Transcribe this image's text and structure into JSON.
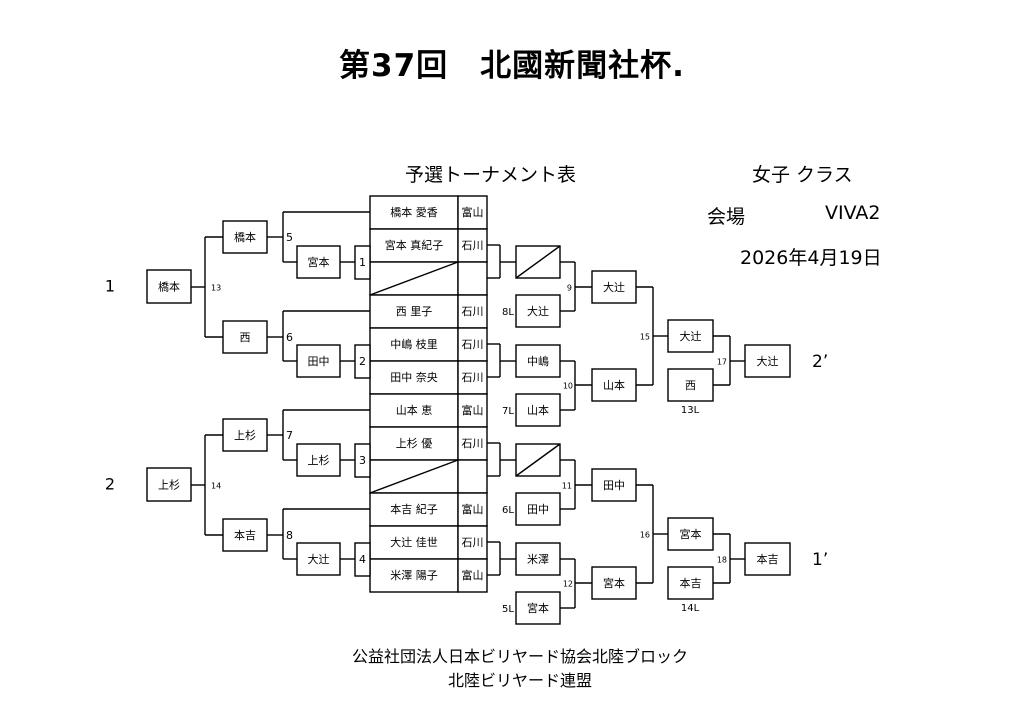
{
  "title": "第37回　北國新聞社杯.",
  "subtitle": "予選トーナメント表",
  "class_label": "女子 クラス",
  "venue_label": "会場",
  "venue": "VIVA2",
  "date": "2026年4月19日",
  "footer": [
    "公益社団法人日本ビリヤード協会北陸ブロック",
    "北陸ビリヤード連盟"
  ],
  "table_rows": [
    {
      "name": "橋本 愛香",
      "pref": "富山"
    },
    {
      "name": "宮本 真紀子",
      "pref": "石川"
    },
    {
      "name": "",
      "pref": "",
      "bye": true
    },
    {
      "name": "西 里子",
      "pref": "石川"
    },
    {
      "name": "中嶋 枝里",
      "pref": "石川"
    },
    {
      "name": "田中 奈央",
      "pref": "石川"
    },
    {
      "name": "山本 恵",
      "pref": "富山"
    },
    {
      "name": "上杉 優",
      "pref": "石川"
    },
    {
      "name": "",
      "pref": "",
      "bye": true
    },
    {
      "name": "本吉 紀子",
      "pref": "富山"
    },
    {
      "name": "大辻 佳世",
      "pref": "石川"
    },
    {
      "name": "米澤 陽子",
      "pref": "富山"
    }
  ],
  "halves": [
    {
      "seed": "1",
      "final_no": "13",
      "final_winner": "橋本",
      "upper": {
        "match": "5",
        "winner": "橋本",
        "sub_match": "1",
        "sub_winner": "宮本"
      },
      "lower": {
        "match": "6",
        "winner": "西",
        "sub_match": "2",
        "sub_winner": "田中"
      },
      "right": {
        "a_loser_label": "8L",
        "a_loser": "大辻",
        "a_match": "9",
        "a_winner": "大辻",
        "b_top": "中嶋",
        "b_loser_label": "7L",
        "b_loser": "山本",
        "b_match": "10",
        "b_winner": "山本",
        "c_match": "15",
        "c_winner": "大辻",
        "d_loser": "西",
        "d_loser_label": "13L",
        "d_match": "17",
        "d_winner": "大辻",
        "place": "2’"
      }
    },
    {
      "seed": "2",
      "final_no": "14",
      "final_winner": "上杉",
      "upper": {
        "match": "7",
        "winner": "上杉",
        "sub_match": "3",
        "sub_winner": "上杉"
      },
      "lower": {
        "match": "8",
        "winner": "本吉",
        "sub_match": "4",
        "sub_winner": "大辻"
      },
      "right": {
        "a_loser_label": "6L",
        "a_loser": "田中",
        "a_match": "11",
        "a_winner": "田中",
        "b_top": "米澤",
        "b_loser_label": "5L",
        "b_loser": "宮本",
        "b_match": "12",
        "b_winner": "宮本",
        "c_match": "16",
        "c_winner": "宮本",
        "d_loser": "本吉",
        "d_loser_label": "14L",
        "d_match": "18",
        "d_winner": "本吉",
        "place": "1’"
      }
    }
  ]
}
